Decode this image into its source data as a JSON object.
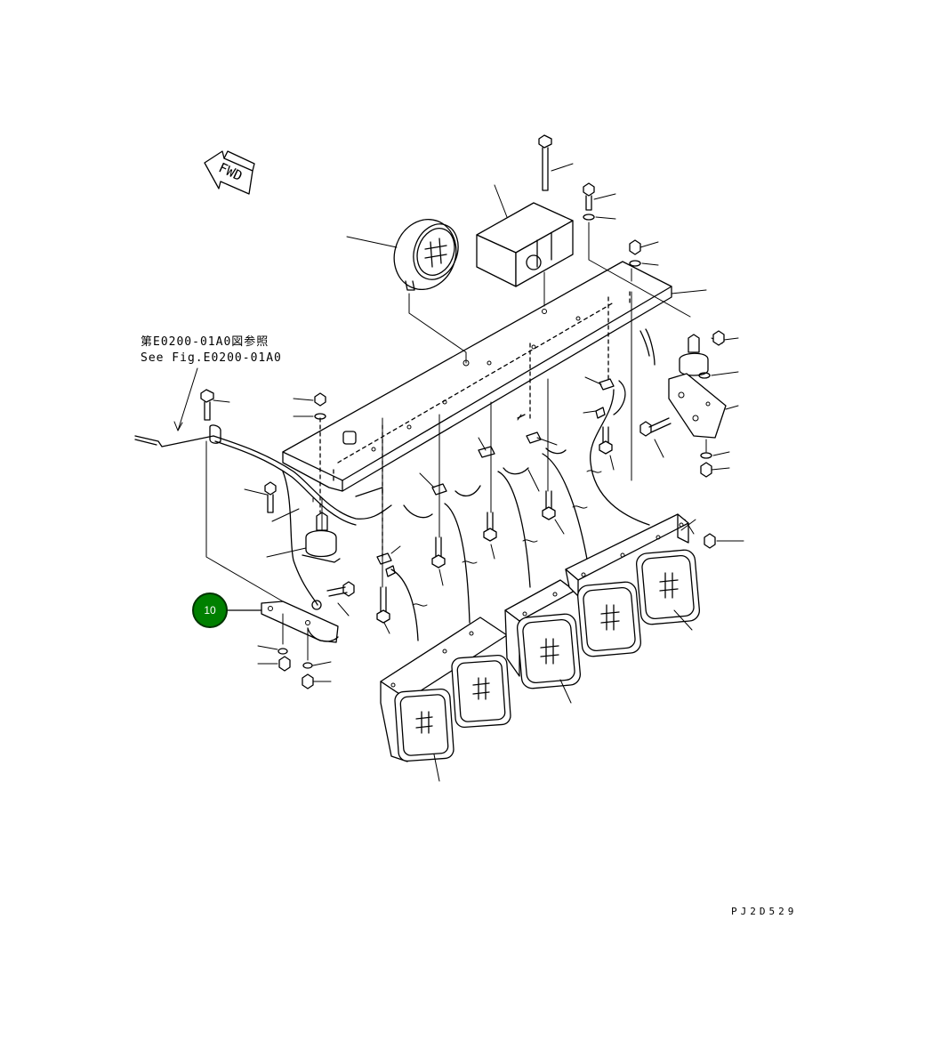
{
  "reference_note": {
    "jp": "第E0200-01A0図参照",
    "en": "See Fig.E0200-01A0"
  },
  "direction_label": "FWD",
  "drawing_code": "PJ2D529",
  "callout": {
    "number": "10",
    "color": "#008000"
  }
}
